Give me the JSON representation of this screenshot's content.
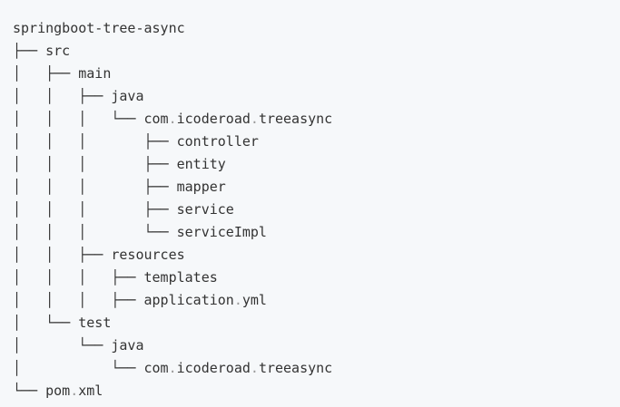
{
  "tree": {
    "lines": [
      "springboot-tree-async",
      "├── src",
      "│   ├── main",
      "│   │   ├── java",
      "│   │   │   └── com.icoderoad.treeasync",
      "│   │   │       ├── controller",
      "│   │   │       ├── entity",
      "│   │   │       ├── mapper",
      "│   │   │       ├── service",
      "│   │   │       └── serviceImpl",
      "│   │   ├── resources",
      "│   │   │   ├── templates",
      "│   │   │   ├── application.yml",
      "│   └── test",
      "│       └── java",
      "│           └── com.icoderoad.treeasync",
      "└── pom.xml"
    ]
  }
}
